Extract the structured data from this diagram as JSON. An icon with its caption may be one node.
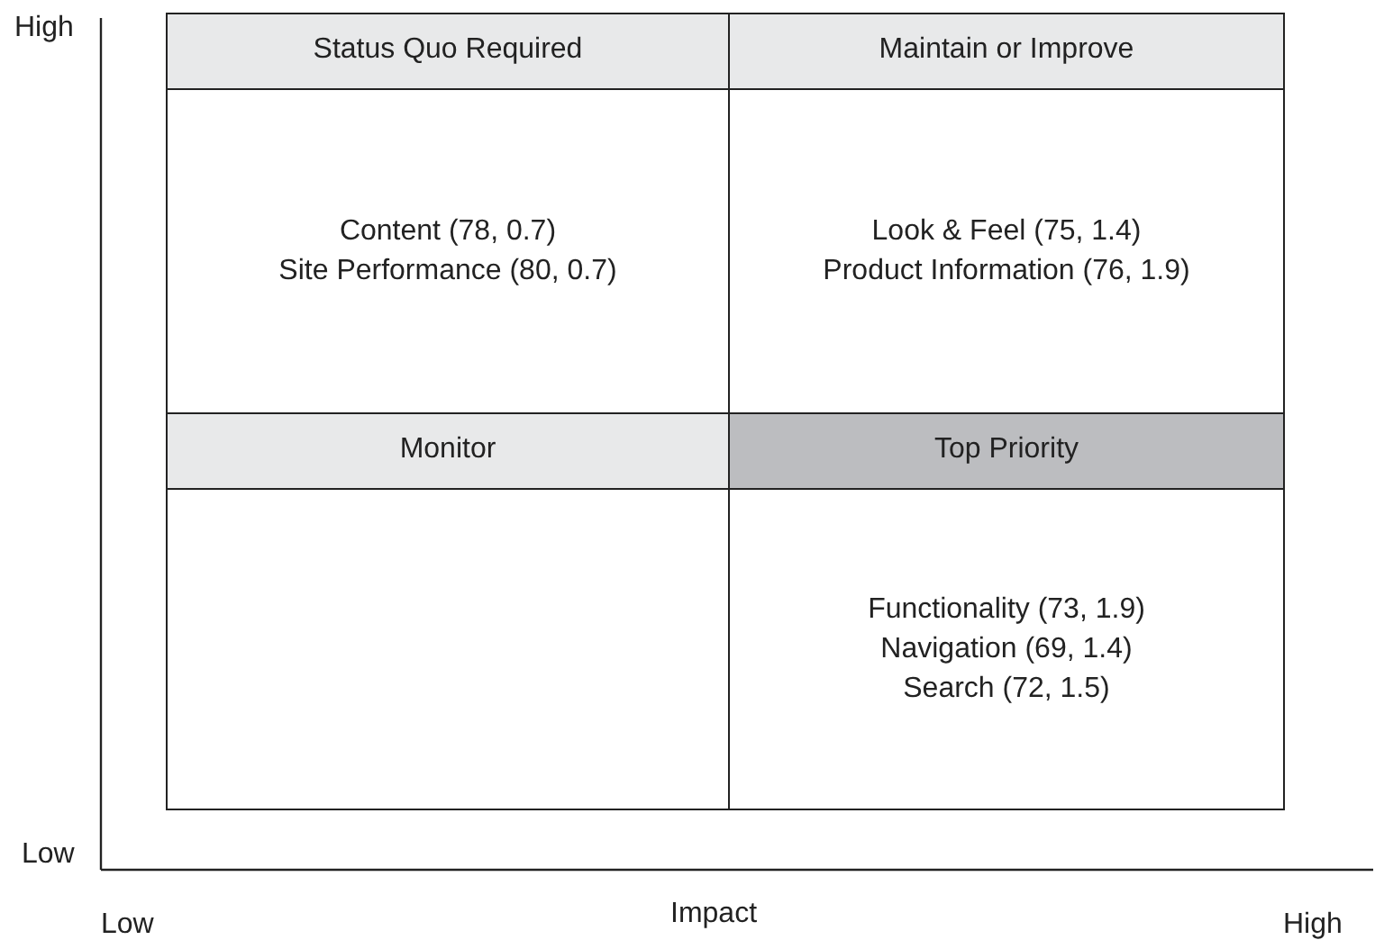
{
  "diagram": {
    "nodes": [
      {
        "text": [
          "Status Quo Required",
          "Content (78, 0.7)",
          "Site Performance (80, 0.7)"
        ]
      },
      {
        "text": [
          "Maintain or Improve",
          "Look & Feel (75, 1.4)",
          "Product Information (76, 1.9)"
        ]
      },
      {
        "text": [
          "Monitor"
        ]
      },
      {
        "text": [
          "Top Priority",
          "Functionality (73, 1.9)",
          "Navigation (69, 1.4)",
          "Search (72, 1.5)"
        ]
      }
    ],
    "edges": [],
    "labels": [
      "High",
      "Low",
      "Low",
      "Impact",
      "High"
    ]
  }
}
